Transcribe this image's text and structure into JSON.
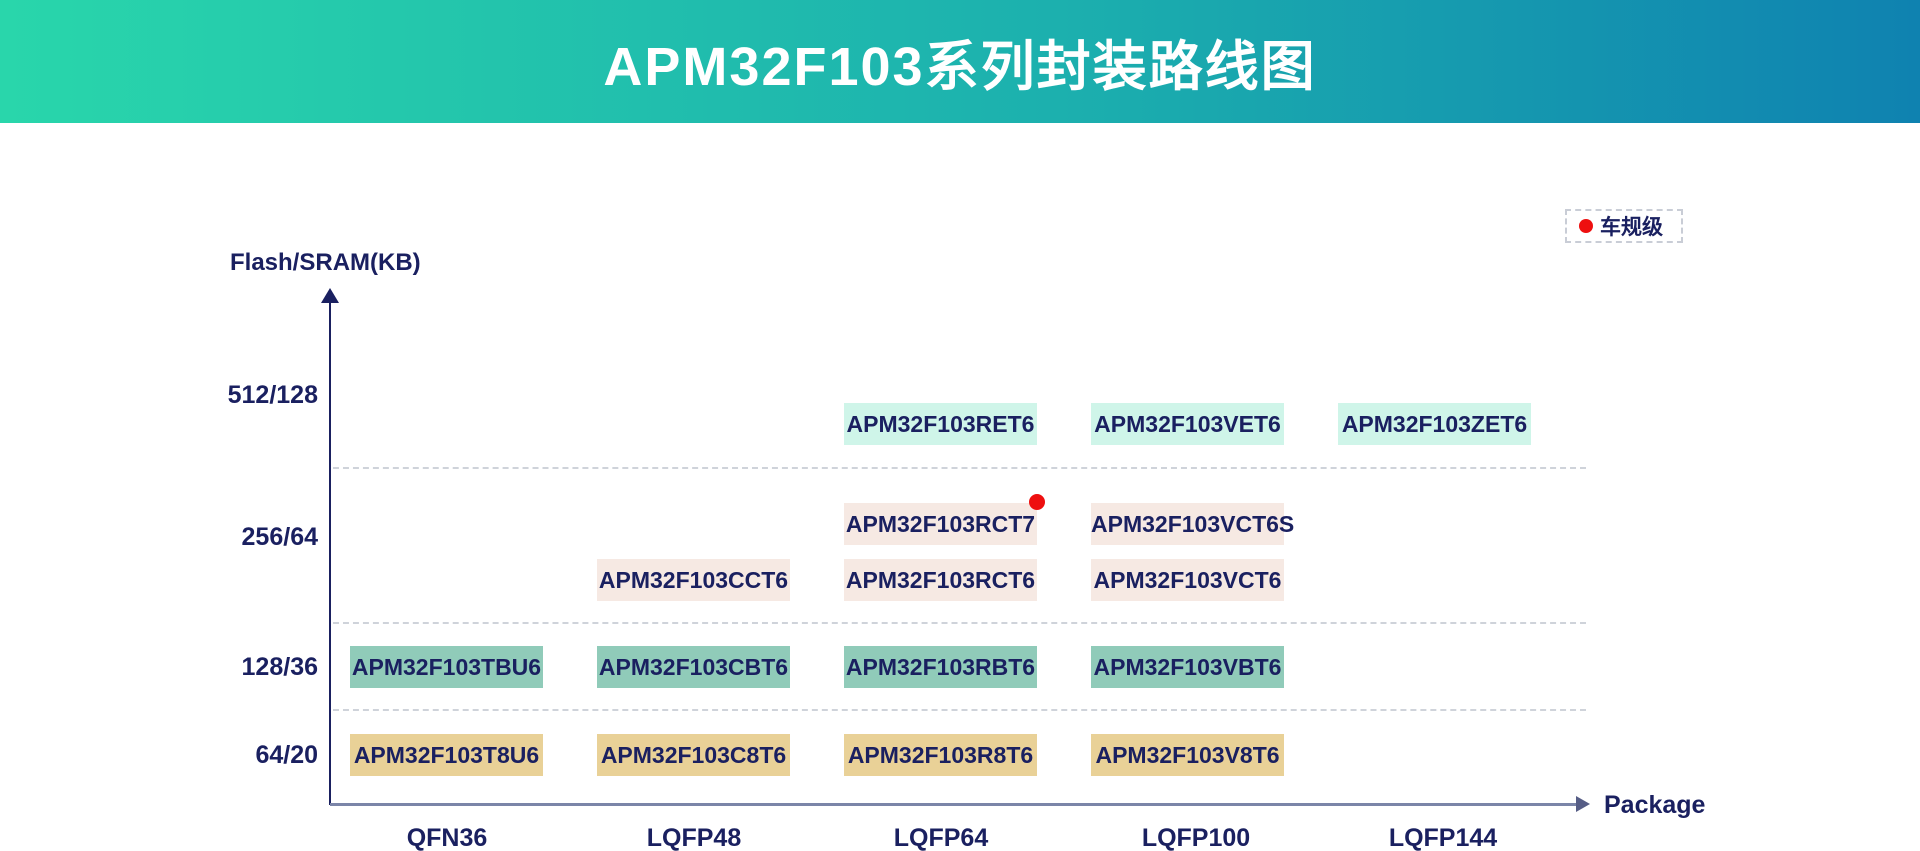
{
  "header": {
    "title": "APM32F103系列封装路线图"
  },
  "legend": {
    "label": "车规级",
    "marker": "red-dot"
  },
  "axes": {
    "y_label": "Flash/SRAM(KB)",
    "x_label": "Package",
    "y_ticks": [
      "512/128",
      "256/64",
      "128/36",
      "64/20"
    ],
    "x_ticks": [
      "QFN36",
      "LQFP48",
      "LQFP64",
      "LQFP100",
      "LQFP144"
    ]
  },
  "colors": {
    "header_gradient_left": "#29d6ab",
    "header_gradient_right": "#0f82b0",
    "text_navy": "#1a2060",
    "automotive_red": "#ee0f0f",
    "tier_512_128_box": "#cff5e9",
    "tier_256_64_box": "#f6e9e3",
    "tier_128_36_box": "#90cbb9",
    "tier_64_20_box": "#e9d197",
    "dashed_guide": "#cfd3da"
  },
  "chart_data": {
    "type": "scatter",
    "title": "APM32F103系列封装路线图",
    "xlabel": "Package",
    "ylabel": "Flash/SRAM(KB)",
    "x_categories": [
      "QFN36",
      "LQFP48",
      "LQFP64",
      "LQFP100",
      "LQFP144"
    ],
    "y_categories": [
      "64/20",
      "128/36",
      "256/64",
      "512/128"
    ],
    "grid": "dashed horizontal tier separators",
    "legend_position": "top-right",
    "legend_entries": [
      {
        "label": "车规级",
        "marker": "red-dot"
      }
    ],
    "points": [
      {
        "part": "APM32F103RET6",
        "package": "LQFP64",
        "flash_sram": "512/128",
        "automotive": false
      },
      {
        "part": "APM32F103VET6",
        "package": "LQFP100",
        "flash_sram": "512/128",
        "automotive": false
      },
      {
        "part": "APM32F103ZET6",
        "package": "LQFP144",
        "flash_sram": "512/128",
        "automotive": false
      },
      {
        "part": "APM32F103RCT7",
        "package": "LQFP64",
        "flash_sram": "256/64",
        "automotive": true
      },
      {
        "part": "APM32F103VCT6S",
        "package": "LQFP100",
        "flash_sram": "256/64",
        "automotive": false
      },
      {
        "part": "APM32F103CCT6",
        "package": "LQFP48",
        "flash_sram": "256/64",
        "automotive": false
      },
      {
        "part": "APM32F103RCT6",
        "package": "LQFP64",
        "flash_sram": "256/64",
        "automotive": false
      },
      {
        "part": "APM32F103VCT6",
        "package": "LQFP100",
        "flash_sram": "256/64",
        "automotive": false
      },
      {
        "part": "APM32F103TBU6",
        "package": "QFN36",
        "flash_sram": "128/36",
        "automotive": false
      },
      {
        "part": "APM32F103CBT6",
        "package": "LQFP48",
        "flash_sram": "128/36",
        "automotive": false
      },
      {
        "part": "APM32F103RBT6",
        "package": "LQFP64",
        "flash_sram": "128/36",
        "automotive": false
      },
      {
        "part": "APM32F103VBT6",
        "package": "LQFP100",
        "flash_sram": "128/36",
        "automotive": false
      },
      {
        "part": "APM32F103T8U6",
        "package": "QFN36",
        "flash_sram": "64/20",
        "automotive": false
      },
      {
        "part": "APM32F103C8T6",
        "package": "LQFP48",
        "flash_sram": "64/20",
        "automotive": false
      },
      {
        "part": "APM32F103R8T6",
        "package": "LQFP64",
        "flash_sram": "64/20",
        "automotive": false
      },
      {
        "part": "APM32F103V8T6",
        "package": "LQFP100",
        "flash_sram": "64/20",
        "automotive": false
      }
    ]
  }
}
